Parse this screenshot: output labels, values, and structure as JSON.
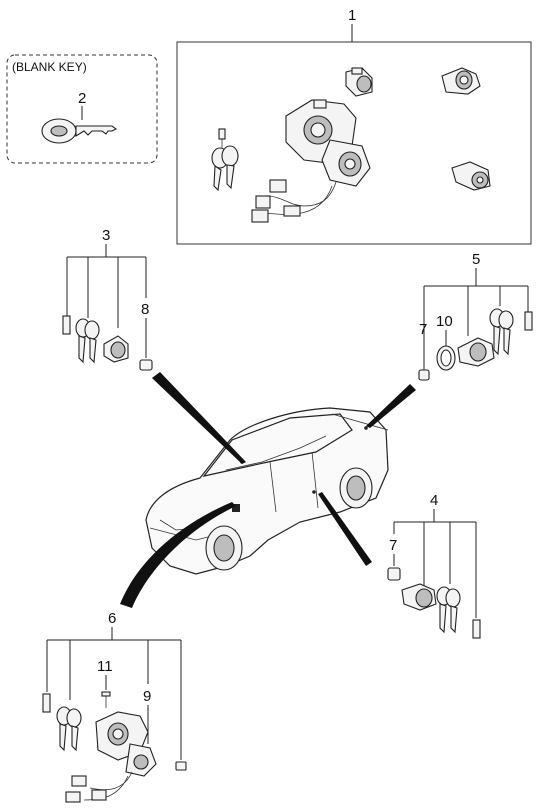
{
  "blank_key_box": {
    "title": "(BLANK KEY)"
  },
  "callouts": {
    "c1": "1",
    "c2": "2",
    "c3": "3",
    "c4": "4",
    "c5": "5",
    "c6": "6",
    "c7a": "7",
    "c7b": "7",
    "c8": "8",
    "c9": "9",
    "c10": "10",
    "c11": "11"
  }
}
